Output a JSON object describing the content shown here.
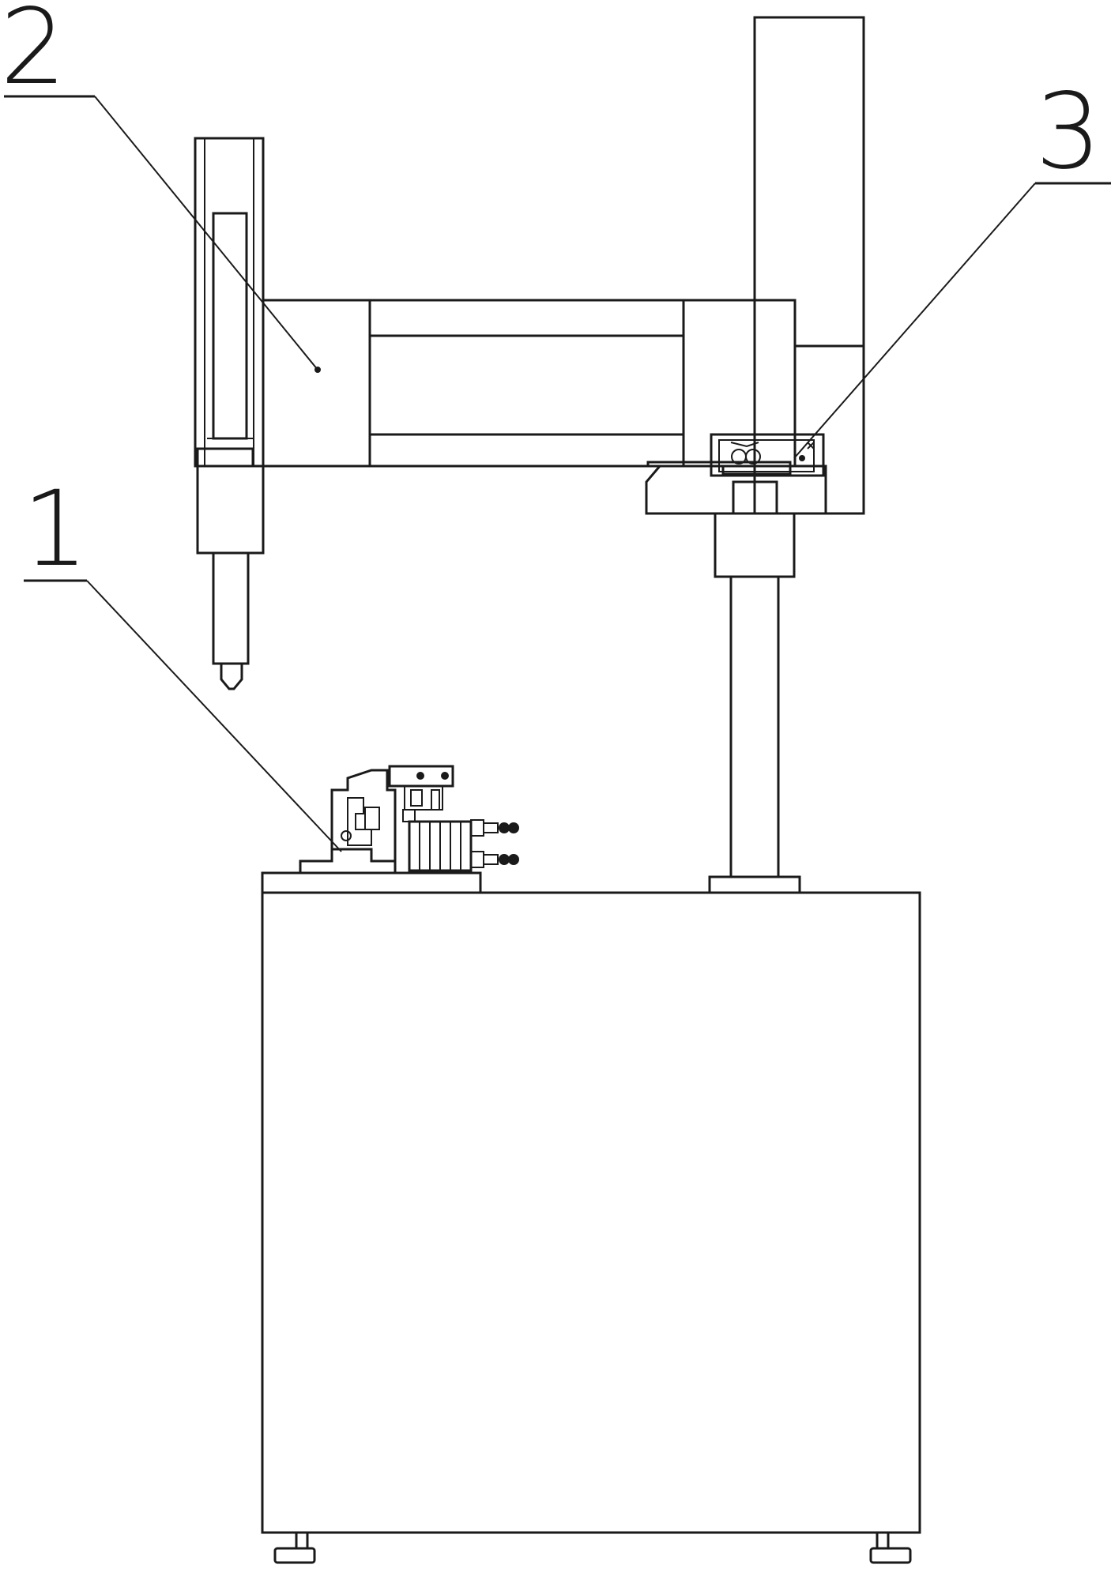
{
  "callouts": {
    "label_1": "1",
    "label_2": "2",
    "label_3": "3"
  },
  "colors": {
    "line": "#1a1a1a",
    "background": "#ffffff"
  }
}
